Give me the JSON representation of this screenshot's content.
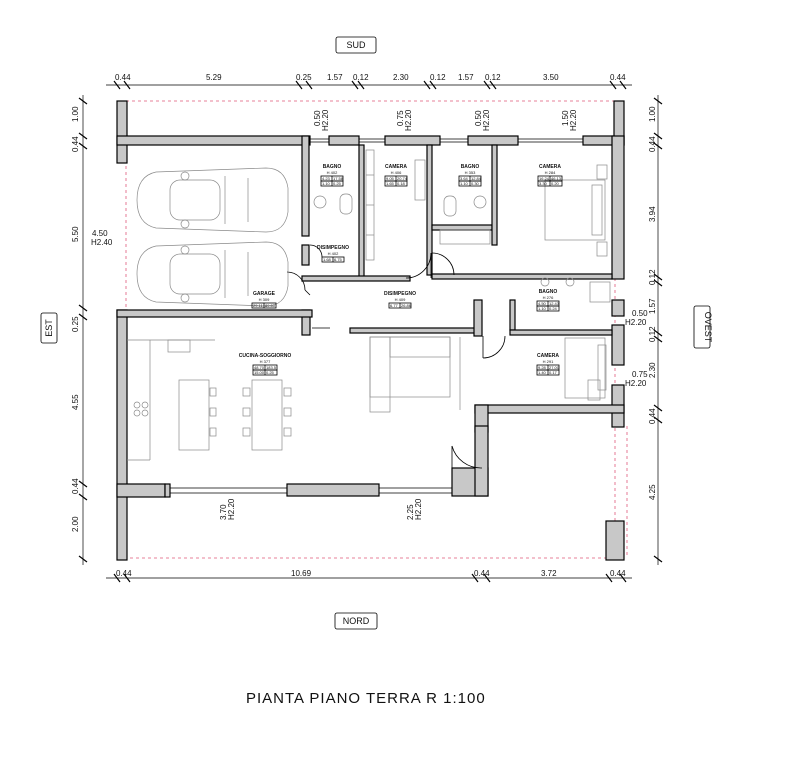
{
  "compass": {
    "sud": "SUD",
    "nord": "NORD",
    "est": "EST",
    "ovest": "OVEST"
  },
  "title": "PIANTA PIANO TERRA R 1:100",
  "dims_top": [
    "0.44",
    "5.29",
    "0.25",
    "1.57",
    "0.12",
    "2.30",
    "0.12",
    "1.57",
    "0.12",
    "3.50",
    "0.44"
  ],
  "dims_bottom": [
    "0.44",
    "10.69",
    "0.44",
    "3.72",
    "0.44"
  ],
  "dims_left": [
    "1.00",
    "0.44",
    "5.50",
    "0.25",
    "4.55",
    "0.44",
    "2.00"
  ],
  "dims_right": [
    "1.00",
    "0.44",
    "3.94",
    "0.12",
    "1.57",
    "0.12",
    "2.30",
    "0.44",
    "4.25"
  ],
  "openings": {
    "garage": [
      "4.50",
      "H2.40"
    ],
    "bagno402": [
      "0.50",
      "H2.20"
    ],
    "camera406": [
      "0.75",
      "H2.20"
    ],
    "bagno353": [
      "0.50",
      "H2.20"
    ],
    "camera284": [
      "1.50",
      "H2.20"
    ],
    "bagno276": [
      "0.50",
      "H2.20"
    ],
    "camera291": [
      "0.75",
      "H2.20"
    ],
    "cucina_1": [
      "3.70",
      "H2.20"
    ],
    "cucina_2": [
      "2.25",
      "H2.20"
    ]
  },
  "rooms": [
    {
      "key": "bagno402",
      "name": "BAGNO",
      "h": "H 402",
      "r1": [
        "4.23",
        "17.58"
      ],
      "r2": [
        "1.10",
        "0.25"
      ]
    },
    {
      "key": "camera406",
      "name": "CAMERA",
      "h": "H 406",
      "r1": [
        "9.05",
        "20.74"
      ],
      "r2": [
        "1.65",
        "0.18"
      ]
    },
    {
      "key": "bagno353",
      "name": "BAGNO",
      "h": "H 353",
      "r1": [
        "3.64",
        "12.84"
      ],
      "r2": [
        "1.10",
        "0.30"
      ]
    },
    {
      "key": "camera284",
      "name": "CAMERA",
      "h": "H 284",
      "r1": [
        "16.24",
        "46.13"
      ],
      "r2": [
        "3.30",
        "0.20"
      ]
    },
    {
      "key": "disimpegno402",
      "name": "DISIMPEGNO",
      "h": "H 402",
      "r1": [
        "1.68",
        "6.75"
      ],
      "r2": []
    },
    {
      "key": "garage",
      "name": "GARAGE",
      "h": "H 309",
      "r1": [
        "29.11",
        "89.60"
      ],
      "r2": []
    },
    {
      "key": "disimpegno409",
      "name": "DISIMPEGNO",
      "h": "H 409",
      "r1": [
        "6.77",
        "26.86"
      ],
      "r2": []
    },
    {
      "key": "bagno276",
      "name": "BAGNO",
      "h": "H 276",
      "r1": [
        "4.50",
        "12.43"
      ],
      "r2": [
        "1.10",
        "0.24"
      ]
    },
    {
      "key": "camera291",
      "name": "CAMERA",
      "h": "H 291",
      "r1": [
        "9.28",
        "27.00"
      ],
      "r2": [
        "1.40",
        "0.17"
      ]
    },
    {
      "key": "cucina",
      "name": "CUCINA-SOGGIORNO",
      "h": "H 377",
      "r1": [
        "48.70",
        "183.5"
      ],
      "r2": [
        "15.00",
        "0.25"
      ]
    }
  ]
}
